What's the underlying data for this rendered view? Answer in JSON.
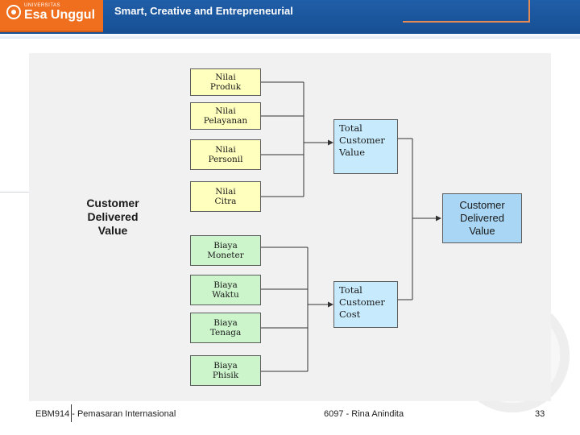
{
  "header": {
    "logo_small": "UNIVERSITAS",
    "logo_name": "Esa Unggul",
    "tagline": "Smart, Creative and Entrepreneurial"
  },
  "diagram": {
    "side_label": "Customer Delivered Value",
    "value_items": [
      {
        "line1": "Nilai",
        "line2": "Produk"
      },
      {
        "line1": "Nilai",
        "line2": "Pelayanan"
      },
      {
        "line1": "Nilai",
        "line2": "Personil"
      },
      {
        "line1": "Nilai",
        "line2": "Citra"
      }
    ],
    "cost_items": [
      {
        "line1": "Biaya",
        "line2": "Moneter"
      },
      {
        "line1": "Biaya",
        "line2": "Waktu"
      },
      {
        "line1": "Biaya",
        "line2": "Tenaga"
      },
      {
        "line1": "Biaya",
        "line2": "Phisik"
      }
    ],
    "total_value": {
      "line1": "Total",
      "line2": "Customer",
      "line3": "Value"
    },
    "total_cost": {
      "line1": "Total",
      "line2": "Customer",
      "line3": "Cost"
    },
    "result": {
      "line1": "Customer",
      "line2": "Delivered",
      "line3": "Value"
    },
    "colors": {
      "value_fill": "#ffffbe",
      "cost_fill": "#ccf5cc",
      "total_fill": "#c7ebfc",
      "result_fill": "#a8d6f4"
    }
  },
  "footer": {
    "course": "EBM914 - Pemasaran Internasional",
    "author": "6097 - Rina Anindita",
    "page": "33"
  }
}
